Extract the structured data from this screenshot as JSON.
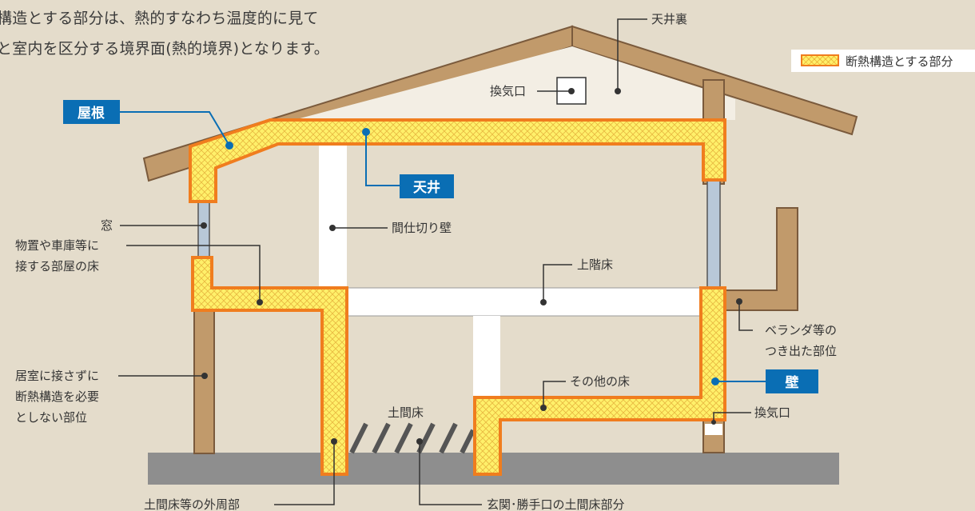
{
  "intro": {
    "line1": "構造とする部分は、熱的すなわち温度的に見て",
    "line2": "と室内を区分する境界面(熱的境界)となります。"
  },
  "legend": {
    "label": "断熱構造とする部分"
  },
  "colors": {
    "background": "#e4dccb",
    "wood": "#c19a6b",
    "wood_stroke": "#7a5a3c",
    "insulation_fill": "#fff06a",
    "insulation_border": "#f07d1e",
    "blue_label": "#0a6eb4",
    "ground": "#8e8e8e"
  },
  "labels_blue": {
    "roof": "屋根",
    "ceiling": "天井",
    "wall": "壁"
  },
  "labels": {
    "attic": "天井裏",
    "vent_top": "換気口",
    "window": "窓",
    "storage_floor": [
      "物置や車庫等に",
      "接する部屋の床"
    ],
    "partition": "間仕切り壁",
    "upper_floor": "上階床",
    "veranda": [
      "ベランダ等の",
      "つき出た部位"
    ],
    "no_insulation": [
      "居室に接さずに",
      "断熱構造を必要",
      "としない部位"
    ],
    "other_floor": "その他の床",
    "earth_floor": "土間床",
    "vent_bottom": "換気口",
    "earth_perimeter": "土間床等の外周部",
    "entrance_earth": "玄関･勝手口の土間床部分"
  }
}
